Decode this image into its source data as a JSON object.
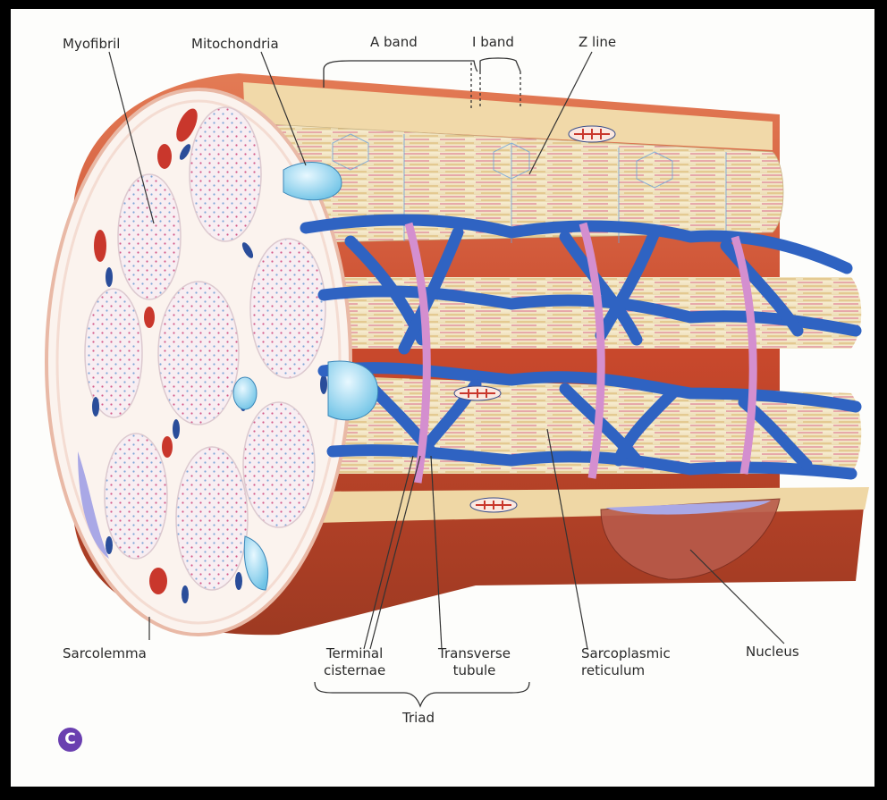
{
  "labels": {
    "myofibril": "Myofibril",
    "mitochondria": "Mitochondria",
    "a_band": "A band",
    "i_band": "I band",
    "z_line": "Z line",
    "sarcolemma": "Sarcolemma",
    "terminal_cisternae": "Terminal\ncisternae",
    "transverse_tubule": "Transverse\ntubule",
    "sarcoplasmic_reticulum": "Sarcoplasmic\nreticulum",
    "nucleus": "Nucleus",
    "triad": "Triad"
  },
  "panel_badge": "C",
  "colors": {
    "sarcolemma_red": "#c8482c",
    "myofibril_cream": "#f3e6c4",
    "reticulum_blue": "#2f63c2",
    "t_tubule_pink": "#d48fcf",
    "mitochondria_cyan": "#8fd3ef",
    "nucleus_lavender": "#a9a8e6",
    "badge_purple": "#6a3fb0"
  }
}
